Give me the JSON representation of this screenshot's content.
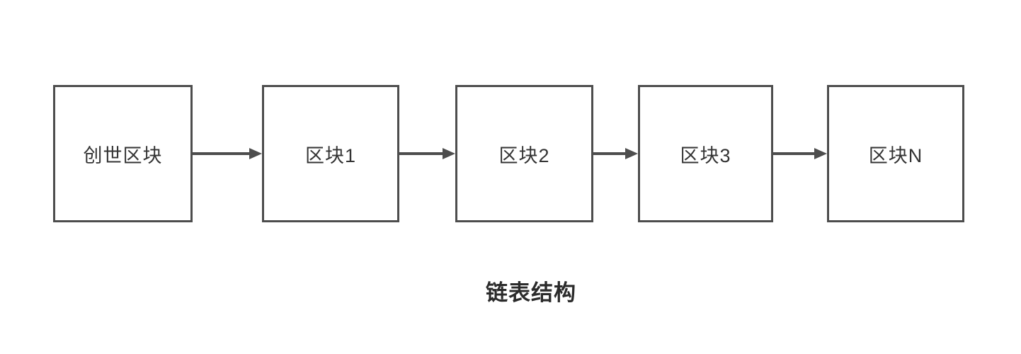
{
  "diagram": {
    "title": "链表结构",
    "nodes": [
      {
        "label": "创世区块"
      },
      {
        "label": "区块1"
      },
      {
        "label": "区块2"
      },
      {
        "label": "区块3"
      },
      {
        "label": "区块N"
      }
    ],
    "connector_icon": "right-arrow",
    "colors": {
      "node_border": "#4d4d4d",
      "arrow": "#4d4d4d",
      "node_text": "#333333",
      "title_text": "#2b2b2b",
      "background": "#ffffff"
    }
  }
}
